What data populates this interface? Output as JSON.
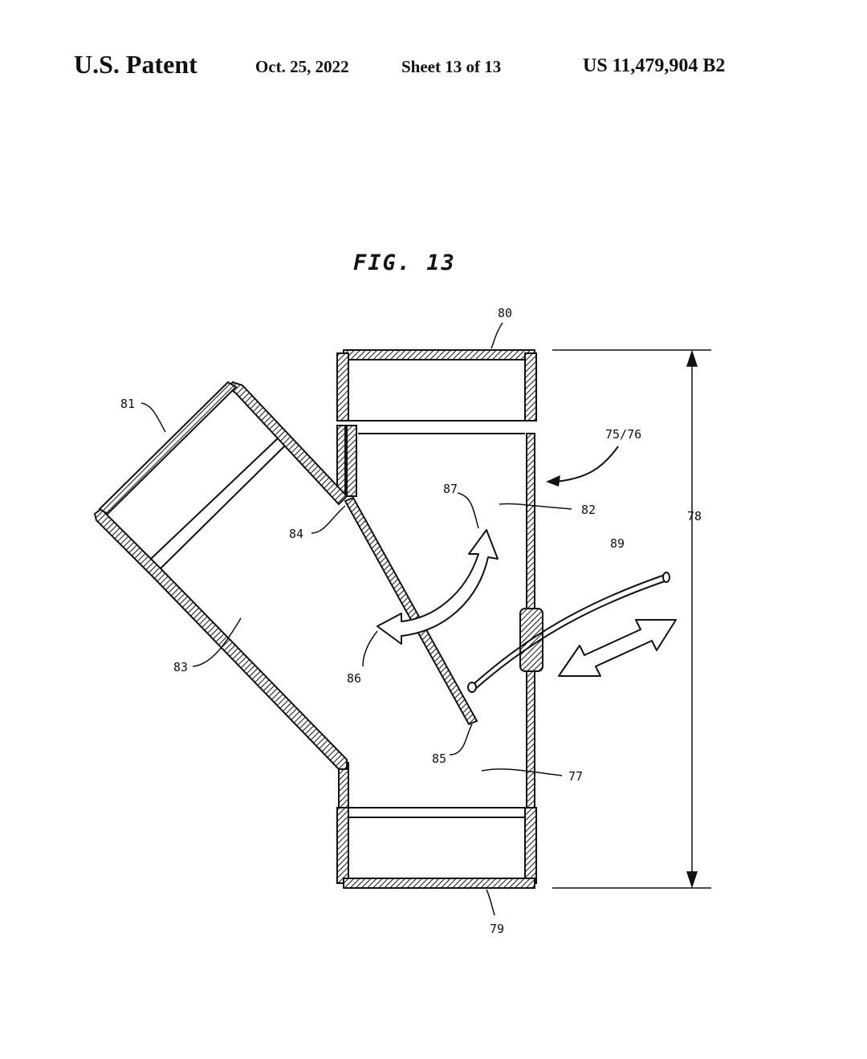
{
  "header": {
    "patent_label": "U.S. Patent",
    "date": "Oct. 25, 2022",
    "sheet": "Sheet 13 of 13",
    "patent_number": "US 11,479,904 B2"
  },
  "figure": {
    "title": "FIG. 13",
    "reference_numerals": {
      "r80": "80",
      "r81": "81",
      "r7576": "75/76",
      "r87": "87",
      "r82": "82",
      "r78": "78",
      "r84": "84",
      "r89": "89",
      "r83": "83",
      "r86": "86",
      "r85": "85",
      "r77": "77",
      "r79": "79"
    }
  }
}
